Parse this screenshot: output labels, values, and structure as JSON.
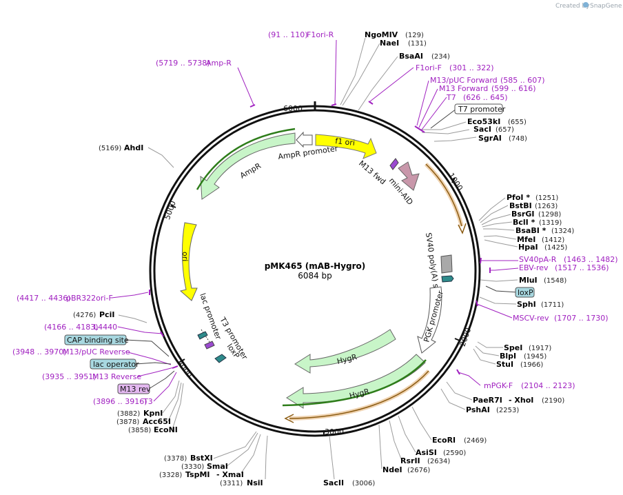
{
  "branding": {
    "created_by": "Created by",
    "app_name": "SnapGene"
  },
  "map": {
    "name": "pMK465 (mAB-Hygro)",
    "length": "6084 bp",
    "total_bp": 6084
  },
  "ticks": [
    "1000",
    "2000",
    "3000",
    "4000",
    "5000",
    "6000"
  ],
  "colors": {
    "backbone": "#111111",
    "feature_green": "#c8f5c8",
    "feature_yellow": "#ffff00",
    "feature_mauve": "#c897aa",
    "feature_gray": "#a9a9a9",
    "loxp_teal": "#2e8b8b",
    "primer_purple": "#a020c0",
    "orf_dark_green": "#2e7d1a",
    "orf_orange": "#d08020",
    "lead_gray": "#9a9a9a"
  },
  "enzymes": [
    {
      "name": "NgoMIV",
      "pos": "(129)"
    },
    {
      "name": "NaeI",
      "pos": "(131)"
    },
    {
      "name": "BsaAI",
      "pos": "(234)"
    },
    {
      "name": "Eco53kI",
      "pos": "(655)"
    },
    {
      "name": "SacI",
      "pos": "(657)"
    },
    {
      "name": "SgrAI",
      "pos": "(748)"
    },
    {
      "name": "PfoI *",
      "pos": "(1251)"
    },
    {
      "name": "BstBI",
      "pos": "(1263)"
    },
    {
      "name": "BsrGI",
      "pos": "(1298)"
    },
    {
      "name": "BclI *",
      "pos": "(1319)"
    },
    {
      "name": "BsaBI *",
      "pos": "(1324)"
    },
    {
      "name": "MfeI",
      "pos": "(1412)"
    },
    {
      "name": "HpaI",
      "pos": "(1425)"
    },
    {
      "name": "MluI",
      "pos": "(1548)"
    },
    {
      "name": "SphI",
      "pos": "(1711)"
    },
    {
      "name": "SpeI",
      "pos": "(1917)"
    },
    {
      "name": "BlpI",
      "pos": "(1945)"
    },
    {
      "name": "StuI",
      "pos": "(1966)"
    },
    {
      "name": "PaeR7I",
      "pos": ""
    },
    {
      "name": "- XhoI",
      "pos": "(2190)"
    },
    {
      "name": "PshAI",
      "pos": "(2253)"
    },
    {
      "name": "EcoRI",
      "pos": "(2469)"
    },
    {
      "name": "AsiSI",
      "pos": "(2590)"
    },
    {
      "name": "RsrII",
      "pos": "(2634)"
    },
    {
      "name": "NdeI",
      "pos": "(2676)"
    },
    {
      "name": "SacII",
      "pos": "(3006)"
    },
    {
      "name": "NsiI",
      "pos": "(3311)"
    },
    {
      "name": "TspMI",
      "pos": "(3328)"
    },
    {
      "name": "- XmaI",
      "pos": ""
    },
    {
      "name": "SmaI",
      "pos": "(3330)"
    },
    {
      "name": "BstXI",
      "pos": "(3378)"
    },
    {
      "name": "EcoNI",
      "pos": "(3858)"
    },
    {
      "name": "Acc65I",
      "pos": "(3878)"
    },
    {
      "name": "KpnI",
      "pos": "(3882)"
    },
    {
      "name": "PciI",
      "pos": "(4276)"
    },
    {
      "name": "AhdI",
      "pos": "(5169)"
    }
  ],
  "primers": [
    {
      "name": "F1ori-R",
      "range": "(91 .. 110)"
    },
    {
      "name": "Amp-R",
      "range": "(5719 .. 5738)"
    },
    {
      "name": "F1ori-F",
      "range": "(301 .. 322)"
    },
    {
      "name": "M13/pUC Forward",
      "range": "(585 .. 607)"
    },
    {
      "name": "M13 Forward",
      "range": "(599 .. 616)"
    },
    {
      "name": "T7",
      "range": "(626 .. 645)"
    },
    {
      "name": "SV40pA-R",
      "range": "(1463 .. 1482)"
    },
    {
      "name": "EBV-rev",
      "range": "(1517 .. 1536)"
    },
    {
      "name": "MSCV-rev",
      "range": "(1707 .. 1730)"
    },
    {
      "name": "mPGK-F",
      "range": "(2104 .. 2123)"
    },
    {
      "name": "pBR322ori-F",
      "range": "(4417 .. 4436)"
    },
    {
      "name": "L4440",
      "range": "(4166 .. 4183)"
    },
    {
      "name": "M13/pUC Reverse",
      "range": "(3948 .. 3970)"
    },
    {
      "name": "M13 Reverse",
      "range": "(3935 .. 3951)"
    },
    {
      "name": "T3",
      "range": "(3896 .. 3916)"
    }
  ],
  "boxed_features": [
    {
      "name": "T7 promoter",
      "style": "white"
    },
    {
      "name": "loxP",
      "style": "teal"
    },
    {
      "name": "CAP binding site",
      "style": "teal"
    },
    {
      "name": "lac operator",
      "style": "teal"
    },
    {
      "name": "M13 rev",
      "style": "purple"
    }
  ],
  "features": {
    "f1_ori": "f1 ori",
    "ampr": "AmpR",
    "ampr_promoter": "AmpR promoter",
    "m13_fwd": "M13 fwd",
    "mini_aid": "mini-AID",
    "sv40_polya": "SV40 poly(A) signal",
    "pgk_promoter": "PGK promoter",
    "hygr_inner": "HygR",
    "hygr_outer": "HygR",
    "ori": "ori",
    "lac_promoter": "lac promoter",
    "t3_promoter": "T3 promoter",
    "loxp": "loxP"
  }
}
